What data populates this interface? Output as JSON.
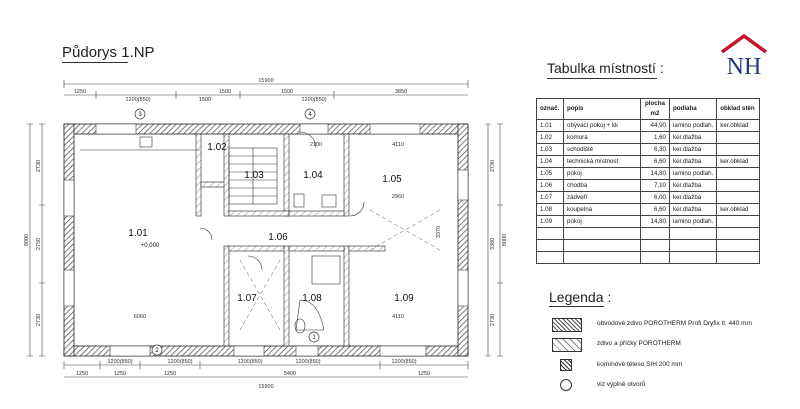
{
  "title": "Půdorys 1.NP",
  "logo": {
    "text": "NH",
    "colors": {
      "roof": "#c8102e",
      "letters": "#1f3a7a"
    }
  },
  "rooms": [
    {
      "id": "1.01",
      "level": "+0,000"
    },
    {
      "id": "1.02"
    },
    {
      "id": "1.03"
    },
    {
      "id": "1.04"
    },
    {
      "id": "1.05"
    },
    {
      "id": "1.06"
    },
    {
      "id": "1.07"
    },
    {
      "id": "1.08"
    },
    {
      "id": "1.09"
    }
  ],
  "dimensions": {
    "top_overall": "15900",
    "top_segments": [
      "1250",
      "1500",
      "1500",
      "3850"
    ],
    "top_marks": [
      "1200(850)",
      "1500",
      "1200(850)",
      "2100"
    ],
    "bottom_overall": "15900",
    "bottom_segments": [
      "1250",
      "1250",
      "1250",
      "5400",
      "1250"
    ],
    "bottom_marks": [
      "1200(850)",
      "1200(850)",
      "1200(850)",
      "1200(850)",
      "1200(850)"
    ],
    "left_overall": "8000",
    "left_segments": [
      "2730",
      "2750",
      "2730"
    ],
    "right_overall": "8000",
    "right_segments": [
      "2730",
      "3380",
      "2730"
    ],
    "inner": [
      "6060",
      "4110",
      "4110",
      "2960",
      "3370",
      "2100"
    ]
  },
  "axes": [
    "1",
    "2",
    "3",
    "4"
  ],
  "table": {
    "title": "Tabulka místností :",
    "headers": [
      "označ.",
      "popis",
      "plocha m2",
      "podlaha",
      "obklad stěn"
    ],
    "rows": [
      [
        "1.01",
        "obývací pokoj + kk",
        "44,90",
        "lamino podlah.",
        "ker.obklad"
      ],
      [
        "1.02",
        "komora",
        "1,60",
        "ker.dlažba",
        ""
      ],
      [
        "1.03",
        "schodiště",
        "6,30",
        "ker.dlažba",
        ""
      ],
      [
        "1.04",
        "technická místnost",
        "6,60",
        "ker.dlažba",
        "ker.obklad"
      ],
      [
        "1.05",
        "pokoj",
        "14,80",
        "lamino podlah.",
        ""
      ],
      [
        "1.06",
        "chodba",
        "7,10",
        "ker.dlažba",
        ""
      ],
      [
        "1.07",
        "zádveří",
        "6,00",
        "ker.dlažba",
        ""
      ],
      [
        "1.08",
        "koupelna",
        "6,60",
        "ker.dlažba",
        "ker.obklad"
      ],
      [
        "1.09",
        "pokoj",
        "14,80",
        "lamino podlah.",
        ""
      ],
      [
        "",
        "",
        "",
        "",
        ""
      ],
      [
        "",
        "",
        "",
        "",
        ""
      ],
      [
        "",
        "",
        "",
        "",
        ""
      ]
    ]
  },
  "legend": {
    "title": "Legenda :",
    "items": [
      {
        "text": "obvodové zdivo POROTHERM Profi Dryfix tl. 440 mm",
        "icon": "hatch-dense-swatch"
      },
      {
        "text": "zdivo a příčky POROTHERM",
        "icon": "hatch-light-swatch"
      },
      {
        "text": "komínové těleso SIH 200 mm",
        "icon": "chimney-swatch"
      },
      {
        "text": "viz výplně otvorů",
        "icon": "circle-swatch"
      }
    ]
  }
}
